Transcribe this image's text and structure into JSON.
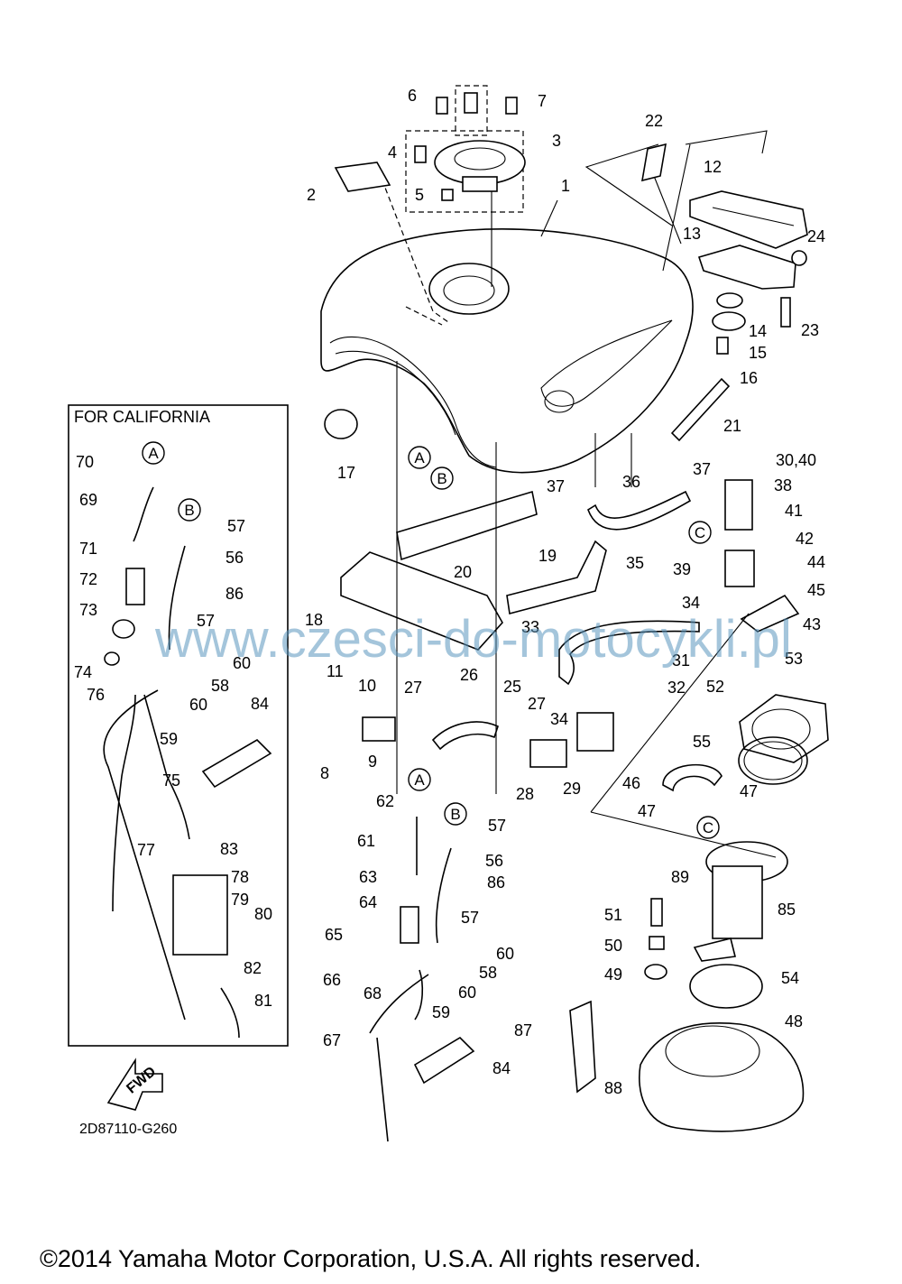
{
  "california_box": {
    "title": "FOR CALIFORNIA"
  },
  "drawing_code": "2D87110-G260",
  "direction_arrow": "FWD",
  "watermark": "www.czesci-do-motocykli.pl",
  "copyright": "©2014 Yamaha Motor Corporation, U.S.A. All rights reserved.",
  "callouts": {
    "A": "A",
    "B": "B",
    "C": "C"
  },
  "part_labels": [
    "1",
    "2",
    "3",
    "4",
    "5",
    "6",
    "7",
    "8",
    "9",
    "10",
    "11",
    "12",
    "13",
    "14",
    "15",
    "16",
    "17",
    "18",
    "19",
    "20",
    "21",
    "22",
    "23",
    "24",
    "25",
    "26",
    "27",
    "27",
    "28",
    "29",
    "30,40",
    "31",
    "32",
    "33",
    "34",
    "34",
    "35",
    "36",
    "37",
    "37",
    "38",
    "39",
    "41",
    "42",
    "43",
    "44",
    "45",
    "46",
    "47",
    "47",
    "48",
    "49",
    "50",
    "51",
    "52",
    "53",
    "54",
    "55",
    "56",
    "56",
    "57",
    "57",
    "57",
    "57",
    "58",
    "58",
    "59",
    "59",
    "60",
    "60",
    "60",
    "60",
    "61",
    "62",
    "63",
    "64",
    "65",
    "66",
    "67",
    "68",
    "69",
    "70",
    "71",
    "72",
    "73",
    "74",
    "75",
    "76",
    "77",
    "78",
    "79",
    "80",
    "81",
    "82",
    "83",
    "84",
    "84",
    "85",
    "86",
    "86",
    "87",
    "88",
    "89"
  ]
}
